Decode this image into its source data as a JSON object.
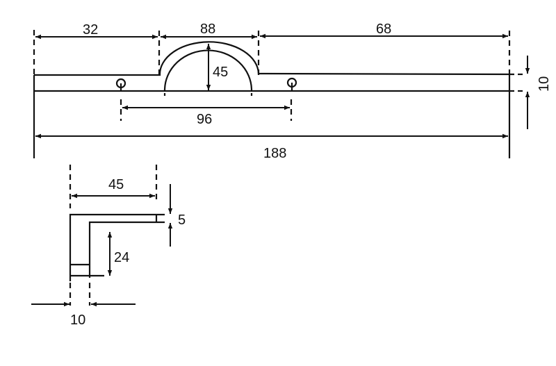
{
  "top_view": {
    "dim_left": "32",
    "dim_arc_width": "88",
    "dim_right": "68",
    "dim_arc_height": "45",
    "dim_hole_spacing": "96",
    "dim_total_length": "188",
    "dim_thickness": "10"
  },
  "side_view": {
    "dim_width": "45",
    "dim_plate_thickness": "5",
    "dim_height": "24",
    "dim_wall": "10"
  },
  "colors": {
    "line": "#111111",
    "background": "#ffffff"
  }
}
